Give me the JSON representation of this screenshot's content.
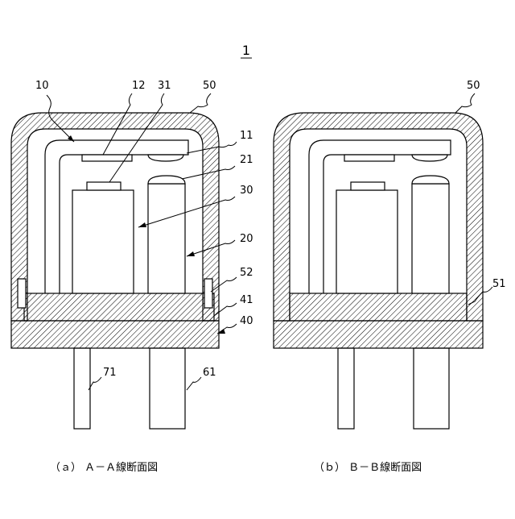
{
  "figure_number": "1",
  "captions": {
    "a": "（ａ） Ａ－Ａ線断面図",
    "b": "（ｂ） Ｂ－Ｂ線断面図"
  },
  "labels_a": {
    "r10": "10",
    "r12": "12",
    "r31": "31",
    "r50": "50",
    "r11": "11",
    "r21": "21",
    "r30": "30",
    "r20": "20",
    "r52": "52",
    "r41": "41",
    "r40": "40",
    "r71": "71",
    "r61": "61"
  },
  "labels_b": {
    "r50": "50",
    "r51": "51"
  }
}
